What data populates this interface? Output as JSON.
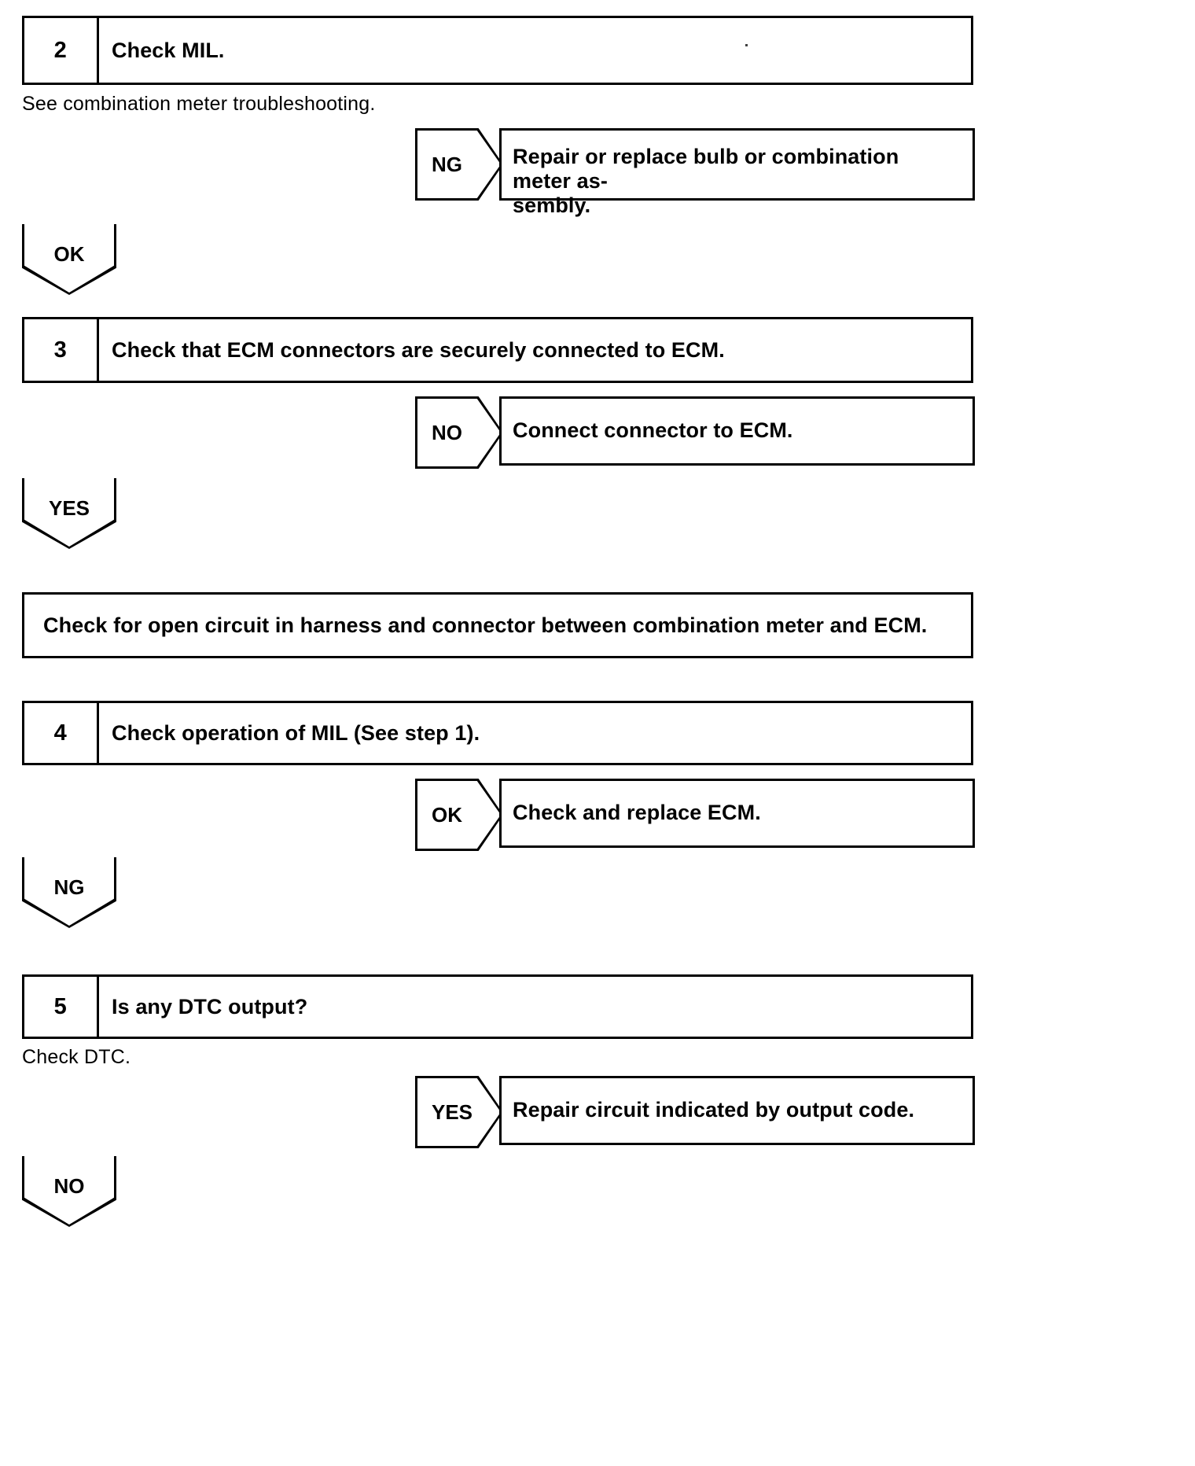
{
  "document": {
    "type": "diagnostic-troubleshooting-flowchart",
    "title": "MIL / DTC troubleshooting flow"
  },
  "steps": [
    {
      "number": "2",
      "title": "Check MIL.",
      "note": "See combination meter troubleshooting.",
      "branch_label": "NG",
      "branch_result": "Repair or replace bulb or combination meter as-\nsembly.",
      "branch_result_line1": "Repair or replace bulb or combination meter as-",
      "branch_result_line2": "sembly.",
      "continue_label": "OK"
    },
    {
      "number": "3",
      "title": "Check that ECM connectors are securely connected to ECM.",
      "note": "",
      "branch_label": "NO",
      "branch_result": "Connect connector to ECM.",
      "continue_label": "YES"
    },
    {
      "number": "4",
      "title": "Check operation of MIL (See step 1).",
      "note": "",
      "branch_label": "OK",
      "branch_result": "Check and replace ECM.",
      "continue_label": "NG"
    },
    {
      "number": "5",
      "title": "Is any DTC output?",
      "note": "Check DTC.",
      "branch_label": "YES",
      "branch_result": "Repair circuit indicated by output code.",
      "continue_label": "NO"
    }
  ],
  "standalone_box": {
    "text": "Check for open circuit in harness and connector between combination meter and ECM."
  },
  "colors": {
    "ink": "#000000",
    "paper": "#ffffff"
  }
}
